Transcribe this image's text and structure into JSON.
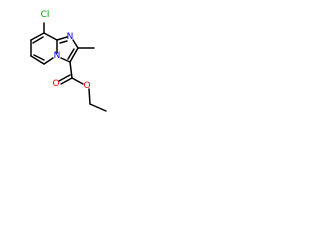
{
  "molecule": {
    "atoms": {
      "chlorine": {
        "symbol": "Cl",
        "color": "#00a000"
      },
      "ring_nitrogen": {
        "symbol": "N",
        "color": "#0000ff"
      },
      "bridge_nitrogen": {
        "symbol": "N",
        "color": "#0000ff"
      },
      "carbonyl_oxygen": {
        "symbol": "O",
        "color": "#ff0000"
      },
      "ester_oxygen": {
        "symbol": "O",
        "color": "#ff0000"
      }
    },
    "bond_color": "#000000"
  }
}
